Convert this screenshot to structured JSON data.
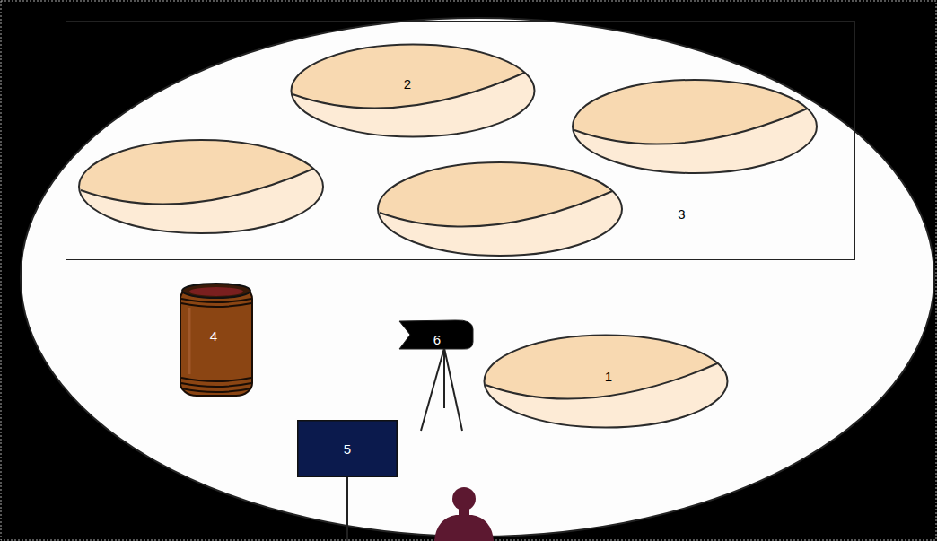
{
  "diagram": {
    "nodes": [
      {
        "text": [
          "3"
        ]
      },
      {
        "text": [
          "2"
        ],
        "in": 0
      },
      {
        "text": [
          "4"
        ]
      },
      {
        "text": [
          "6"
        ]
      },
      {
        "text": [
          "1"
        ]
      },
      {
        "text": [
          "5"
        ]
      }
    ]
  }
}
